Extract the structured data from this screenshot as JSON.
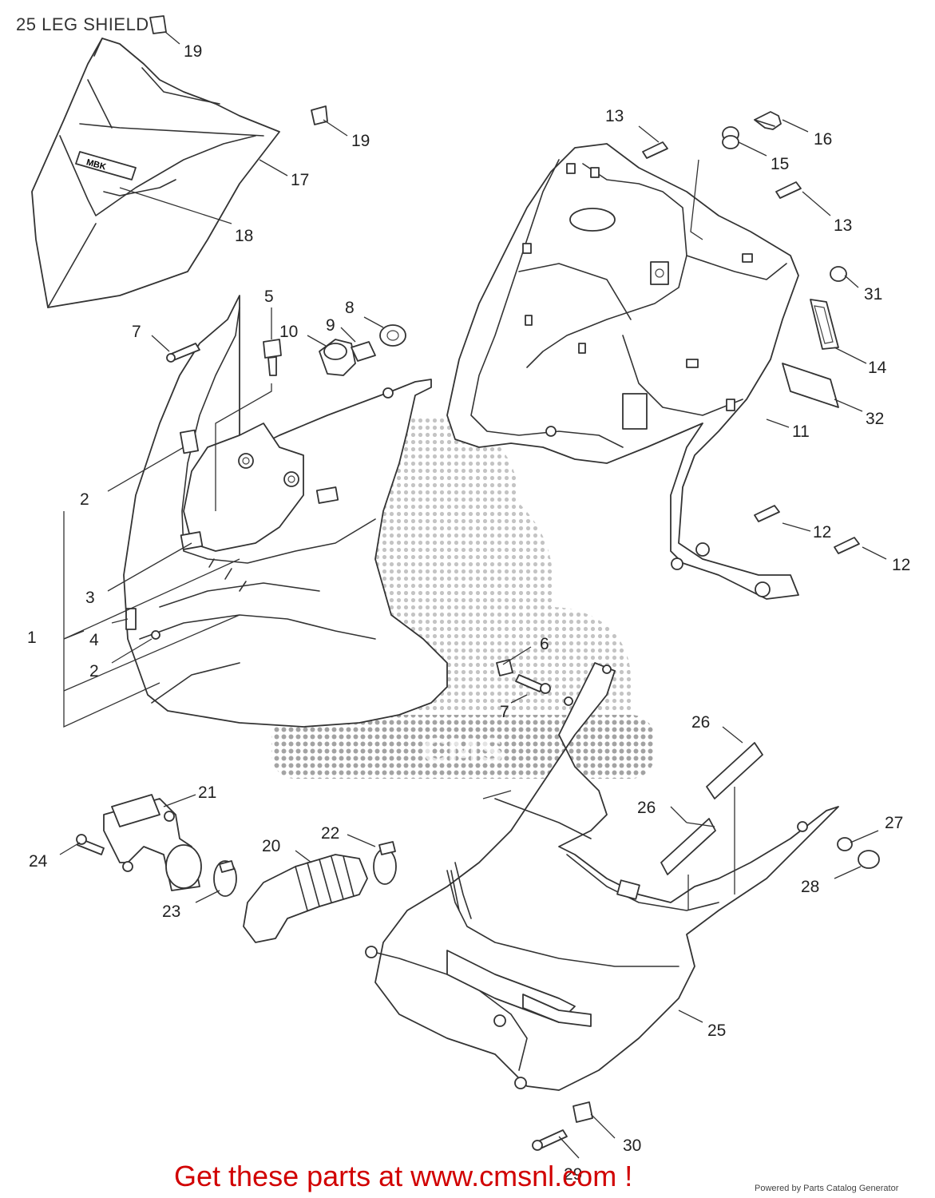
{
  "title": "25 LEG SHIELD",
  "footer": {
    "cta": "Get these parts at www.cmsnl.com !",
    "powered_by": "Powered by Parts Catalog Generator"
  },
  "emblem_text": "MBK",
  "watermark_text": "CMS",
  "callouts": [
    {
      "id": "c1",
      "label": "1"
    },
    {
      "id": "c2a",
      "label": "2"
    },
    {
      "id": "c2b",
      "label": "2"
    },
    {
      "id": "c3",
      "label": "3"
    },
    {
      "id": "c4",
      "label": "4"
    },
    {
      "id": "c5",
      "label": "5"
    },
    {
      "id": "c6",
      "label": "6"
    },
    {
      "id": "c7a",
      "label": "7"
    },
    {
      "id": "c7b",
      "label": "7"
    },
    {
      "id": "c8",
      "label": "8"
    },
    {
      "id": "c9",
      "label": "9"
    },
    {
      "id": "c10",
      "label": "10"
    },
    {
      "id": "c11",
      "label": "11"
    },
    {
      "id": "c12a",
      "label": "12"
    },
    {
      "id": "c12b",
      "label": "12"
    },
    {
      "id": "c13a",
      "label": "13"
    },
    {
      "id": "c13b",
      "label": "13"
    },
    {
      "id": "c14",
      "label": "14"
    },
    {
      "id": "c15",
      "label": "15"
    },
    {
      "id": "c16",
      "label": "16"
    },
    {
      "id": "c17",
      "label": "17"
    },
    {
      "id": "c18",
      "label": "18"
    },
    {
      "id": "c19a",
      "label": "19"
    },
    {
      "id": "c19b",
      "label": "19"
    },
    {
      "id": "c20",
      "label": "20"
    },
    {
      "id": "c21",
      "label": "21"
    },
    {
      "id": "c22",
      "label": "22"
    },
    {
      "id": "c23",
      "label": "23"
    },
    {
      "id": "c24",
      "label": "24"
    },
    {
      "id": "c25",
      "label": "25"
    },
    {
      "id": "c26a",
      "label": "26"
    },
    {
      "id": "c26b",
      "label": "26"
    },
    {
      "id": "c27",
      "label": "27"
    },
    {
      "id": "c28",
      "label": "28"
    },
    {
      "id": "c29",
      "label": "29"
    },
    {
      "id": "c30",
      "label": "30"
    },
    {
      "id": "c31",
      "label": "31"
    },
    {
      "id": "c32",
      "label": "32"
    }
  ]
}
